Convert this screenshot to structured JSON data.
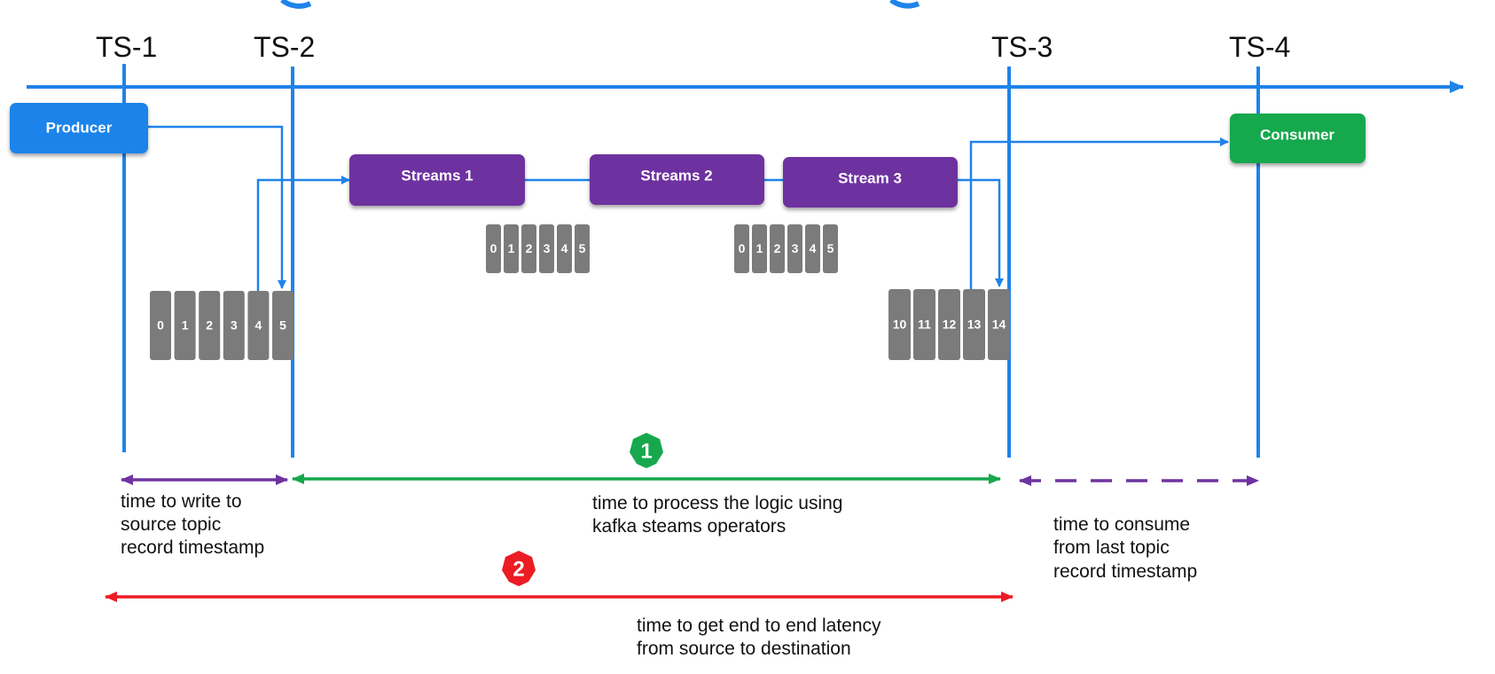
{
  "timestamps": [
    "TS-1",
    "TS-2",
    "TS-3",
    "TS-4"
  ],
  "components": {
    "producer": "Producer",
    "streams1": "Streams 1",
    "streams2": "Streams 2",
    "stream3": "Stream 3",
    "consumer": "Consumer"
  },
  "partitions": {
    "source_topic": [
      "0",
      "1",
      "2",
      "3",
      "4",
      "5"
    ],
    "topic_a": [
      "0",
      "1",
      "2",
      "3",
      "4",
      "5"
    ],
    "topic_b": [
      "0",
      "1",
      "2",
      "3",
      "4",
      "5"
    ],
    "sink_topic": [
      "10",
      "11",
      "12",
      "13",
      "14"
    ]
  },
  "badges": {
    "one": "1",
    "two": "2"
  },
  "captions": {
    "write": [
      "time to write to",
      "source topic",
      "record timestamp"
    ],
    "process": [
      "time to process the logic using",
      "kafka steams operators"
    ],
    "consume": [
      "time to consume",
      "from last topic",
      "record timestamp"
    ],
    "e2e": [
      "time to get end to end latency",
      "from source to destination"
    ]
  },
  "colors": {
    "blue": "#1f83ea",
    "purple": "#6e33a0",
    "green": "#17a84e",
    "red": "#ec1c24",
    "gray": "#7b7b7b"
  }
}
